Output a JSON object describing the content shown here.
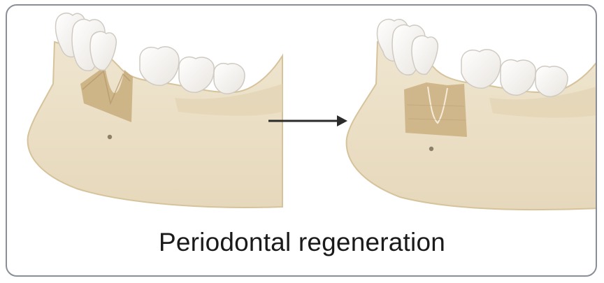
{
  "caption": "Periodontal regeneration",
  "panels": [
    {
      "state": "bone-defect",
      "icon": "jaw-with-periodontal-defect-icon"
    },
    {
      "state": "regenerated",
      "icon": "jaw-with-regenerated-bone-icon"
    }
  ],
  "arrow_icon": "right-arrow-icon",
  "colors": {
    "bone": "#ece1c8",
    "bone_outline": "#d9c9a4",
    "defect": "#c8ad7d",
    "tooth": "#f7f5f2",
    "tooth_outline": "#cfcac2",
    "frame": "#8a8e96",
    "arrow": "#2b2b2b"
  }
}
